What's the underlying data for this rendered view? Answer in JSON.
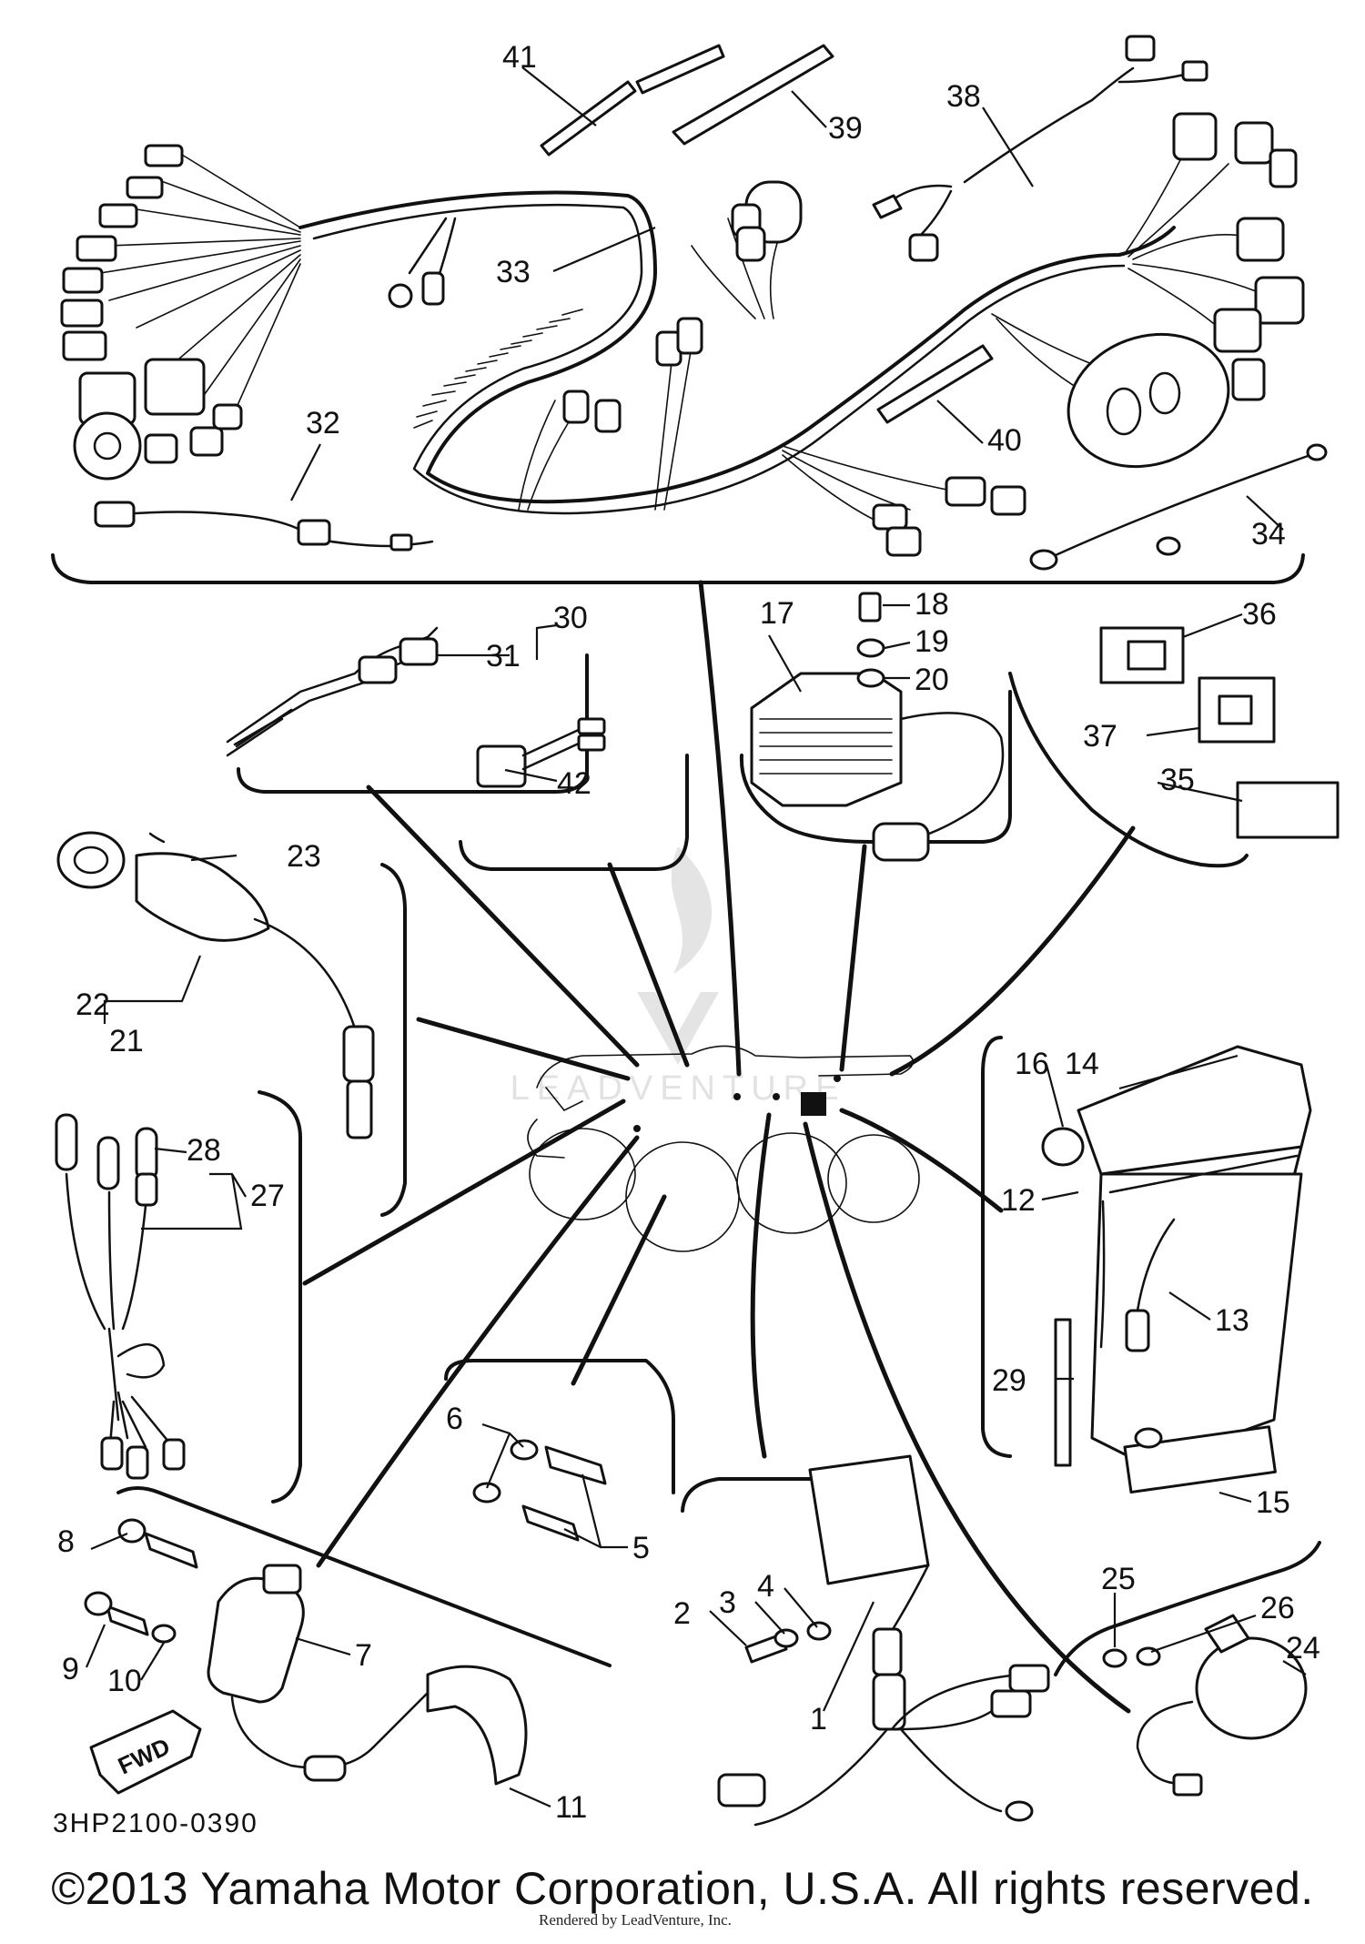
{
  "diagram": {
    "drawing_code": "3HP2100-0390",
    "copyright": "©2013 Yamaha Motor Corporation, U.S.A. All rights reserved.",
    "render_credit": "Rendered by LeadVenture, Inc.",
    "watermark": "LEADVENTURE",
    "fwd_label": "FWD",
    "callouts": [
      "1",
      "2",
      "3",
      "4",
      "5",
      "6",
      "7",
      "8",
      "9",
      "10",
      "11",
      "12",
      "13",
      "14",
      "15",
      "16",
      "17",
      "18",
      "19",
      "20",
      "21",
      "22",
      "23",
      "24",
      "25",
      "26",
      "27",
      "28",
      "29",
      "30",
      "31",
      "32",
      "33",
      "34",
      "35",
      "36",
      "37",
      "38",
      "39",
      "40",
      "41",
      "42"
    ]
  },
  "colors": {
    "ink": "#111111",
    "background": "#ffffff",
    "watermark": "#e4e4e4"
  }
}
